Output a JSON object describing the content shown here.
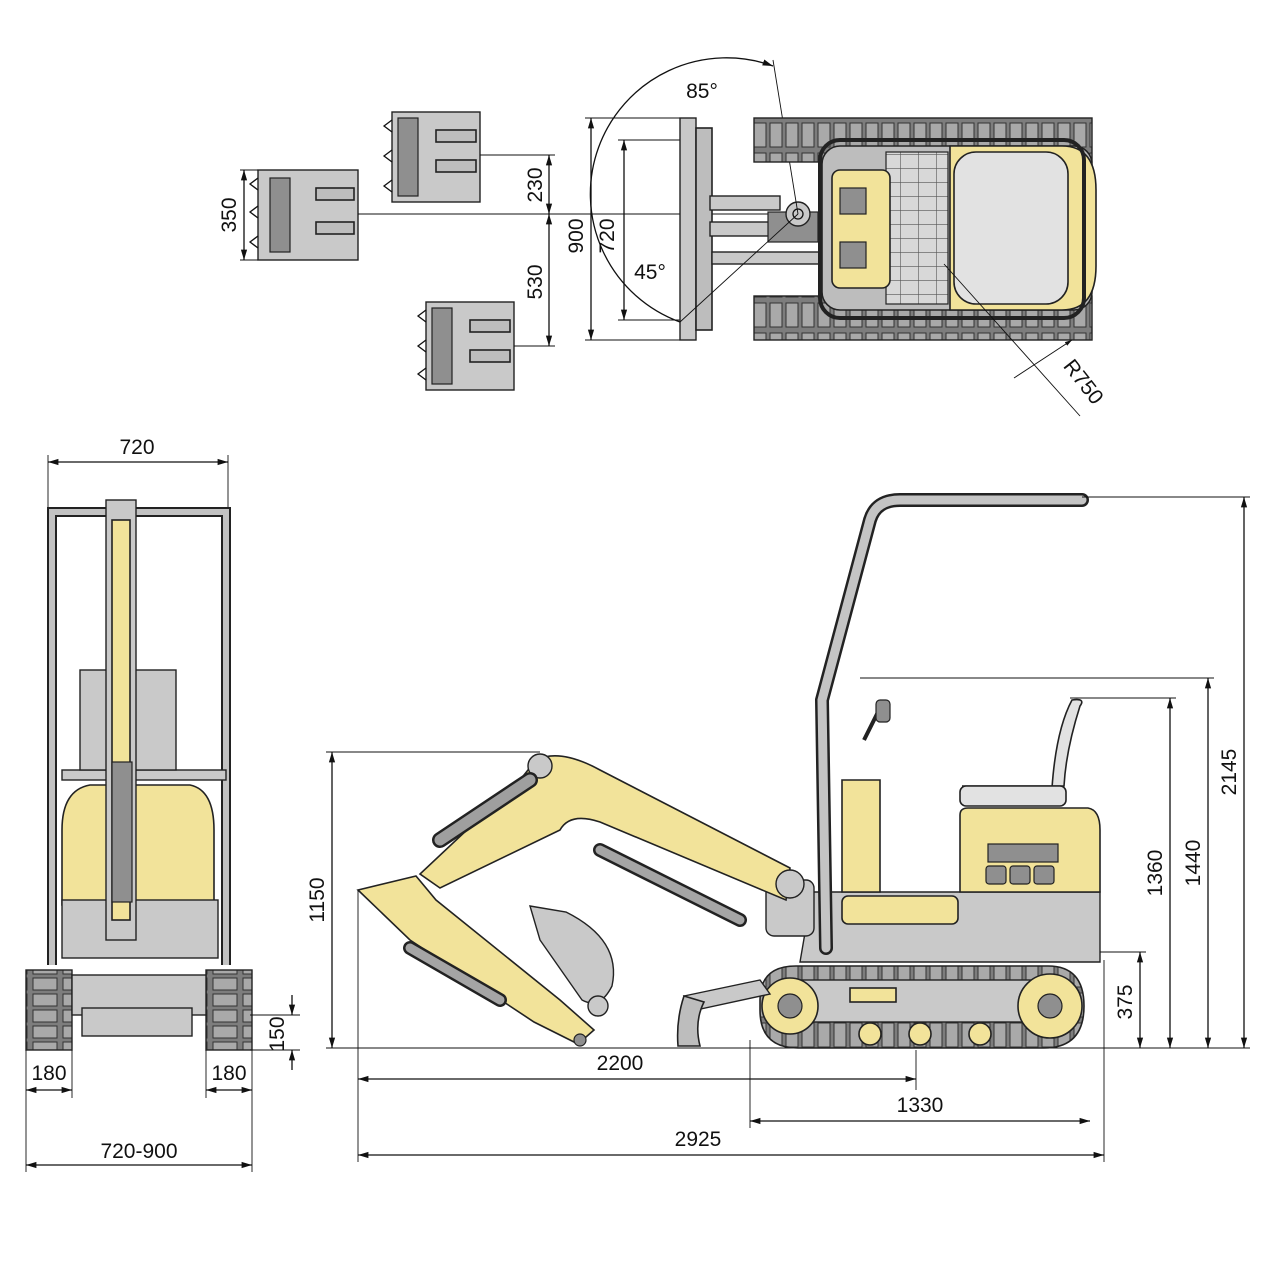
{
  "colors": {
    "body_yellow": "#f2e39a",
    "metal_grey": "#c9c9c9",
    "dark_grey": "#8f8f8f",
    "line": "#111111"
  },
  "top_view": {
    "bucket_widths": [
      "350"
    ],
    "offsets": [
      "230",
      "530"
    ],
    "blade_height": "900",
    "blade_inner": "720",
    "swing_right": "85°",
    "swing_left": "45°",
    "tail_radius": "R750"
  },
  "front_view": {
    "overall_width": "720",
    "track_width_left": "180",
    "track_width_right": "180",
    "blade_height": "150",
    "variable_width": "720-900"
  },
  "side_view": {
    "dig_height": "1150",
    "overall_height": "2145",
    "height_1440": "1440",
    "height_1360": "1360",
    "height_375": "375",
    "reach_2200": "2200",
    "track_length": "1330",
    "overall_length": "2925"
  }
}
